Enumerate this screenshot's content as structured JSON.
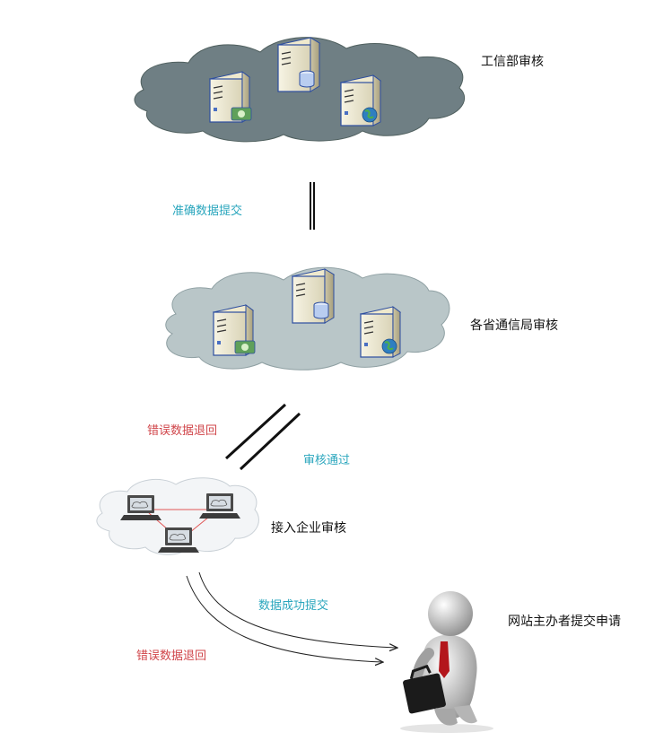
{
  "diagram": {
    "tiers": {
      "miit": {
        "label": "工信部审核"
      },
      "province": {
        "label": "各省通信局审核"
      },
      "access": {
        "label": "接入企业审核"
      },
      "applicant": {
        "label": "网站主办者提交申请"
      }
    },
    "flows": {
      "accurate_submit": "准确数据提交",
      "error_return_top": "错误数据退回",
      "review_pass": "审核通过",
      "success_submit": "数据成功提交",
      "error_return_bottom": "错误数据退回"
    }
  },
  "colors": {
    "cloud_dark": "#6f7f84",
    "cloud_light": "#b9c6c8",
    "cloud_white": "#f3f5f7",
    "teal_text": "#2aa6bd",
    "red_text": "#d0454a",
    "tie": "#b3161c"
  }
}
